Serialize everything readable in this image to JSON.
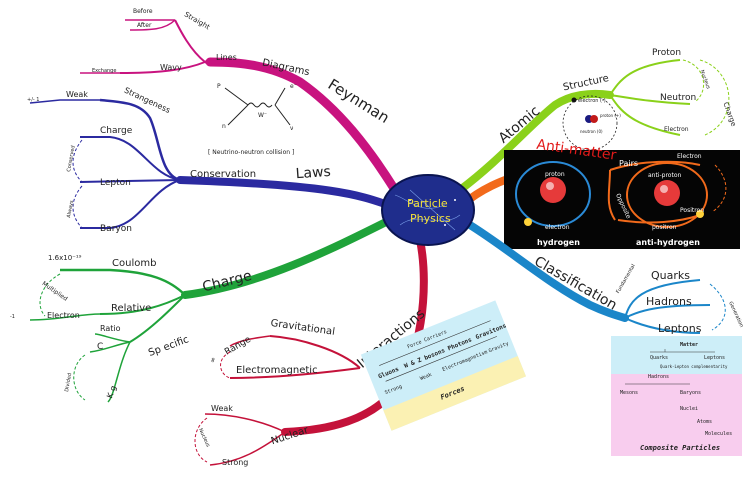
{
  "center": {
    "line1": "Particle",
    "line2": "Physics"
  },
  "feynman": {
    "title": "Feynman",
    "diagrams": "Diagrams",
    "lines": "Lines",
    "straight": "Straight",
    "before": "Before",
    "after": "After",
    "wavy": "Wavy",
    "exchange": "Exchange",
    "caption": "[ Neutrino-neutron collision ]",
    "p": "P",
    "e": "e⁻",
    "n": "n",
    "nu": "ν",
    "w": "W⁻"
  },
  "laws": {
    "title": "Laws",
    "conservation": "Conservation",
    "strangeness": "Strangeness",
    "weak": "Weak",
    "plusminus": "+/- 1",
    "charge": "Charge",
    "lepton": "Lepton",
    "baryon": "Baryon",
    "conserved": "Conserved",
    "always": "Always"
  },
  "charge": {
    "title": "Charge",
    "coulomb": "Coulomb",
    "coulomb_value": "1.6x10⁻¹⁹",
    "relative": "Relative",
    "multiplied": "Multiplied",
    "electron": "Electron",
    "minus1": "-1",
    "specific": "Sp ecific",
    "ratio": "Ratio",
    "c": "C",
    "kg": "K g",
    "divided": "Divided"
  },
  "interactions": {
    "title": "Interactions",
    "gravitational": "Gravitational",
    "range": "Range",
    "infinity": "∞",
    "electromagnetic": "Electromagnetic",
    "nuclear": "Nuclear",
    "weak": "Weak",
    "strong": "Strong",
    "nucleus": "Nucleus"
  },
  "forces_table": {
    "header": "Force Carriers",
    "carriers": [
      "Gluons",
      "W & Z bosons",
      "Photons",
      "Gravitons"
    ],
    "forces": [
      "Strong",
      "Weak",
      "Electromagnetism",
      "Gravity"
    ],
    "footer": "Forces"
  },
  "atomic": {
    "title": "Atomic",
    "structure": "Structure",
    "proton": "Proton",
    "neutron": "Neutron",
    "electron": "Electron",
    "nucleus": "Nucleus",
    "charge": "Charge",
    "electron_label": "electron (-)",
    "proton_label": "proton (+)",
    "neutron_label": "neutron (0)"
  },
  "antimatter": {
    "title": "Anti-matter",
    "pairs": "Pairs",
    "opposite": "Opposite",
    "proton": "proton",
    "electron": "electron",
    "hydrogen": "hydrogen",
    "anti_proton": "anti-proton",
    "positron": "positron",
    "positron2": "Positron",
    "electron2": "Electron",
    "anti_hydrogen": "anti-hydrogen"
  },
  "classification": {
    "title": "Classification",
    "quarks": "Quarks",
    "hadrons": "Hadrons",
    "leptons": "Leptons",
    "fundamental": "Fundamental",
    "generation": "Generation"
  },
  "composite_table": {
    "matter": "Matter",
    "quarks": "Quarks",
    "leptons": "Leptons",
    "complementarity": "Quark-Lepton complementarity",
    "hadrons": "Hadrons",
    "mesons": "Mesons",
    "baryons": "Baryons",
    "nuclei": "Nuclei",
    "atoms": "Atoms",
    "molecules": "Molecules",
    "footer": "Composite Particles"
  },
  "colors": {
    "feynman": "#c8137f",
    "laws": "#2b2aa0",
    "charge": "#1fa33a",
    "interactions": "#c4123a",
    "atomic": "#8ad11a",
    "antimatter": "#f26a1b",
    "classification": "#1b86c9",
    "center": "#1f2d8c"
  }
}
